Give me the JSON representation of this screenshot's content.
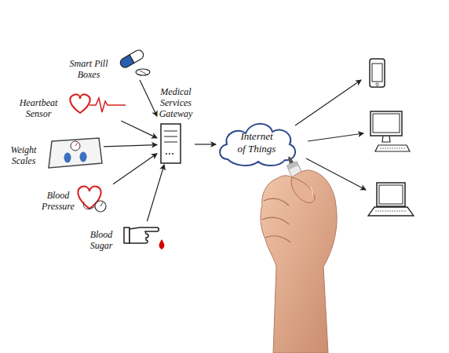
{
  "diagram": {
    "nodes": [
      {
        "text": [
          "Smart Pill Boxes"
        ]
      },
      {
        "text": [
          "Heartbeat Sensor"
        ]
      },
      {
        "text": [
          "Weight Scales"
        ]
      },
      {
        "text": [
          "Blood Pressure"
        ]
      },
      {
        "text": [
          "Blood Sugar"
        ]
      },
      {
        "text": [
          "Medical Services Gateway"
        ]
      },
      {
        "text": [
          "Internet of Things"
        ]
      }
    ],
    "edges": [
      {
        "from": 0,
        "to": 5,
        "arrow": "to"
      },
      {
        "from": 1,
        "to": 5,
        "arrow": "to"
      },
      {
        "from": 2,
        "to": 5,
        "arrow": "to"
      },
      {
        "from": 3,
        "to": 5,
        "arrow": "to"
      },
      {
        "from": 4,
        "to": 5,
        "arrow": "to"
      },
      {
        "from": 5,
        "to": 6,
        "arrow": "to"
      }
    ]
  }
}
